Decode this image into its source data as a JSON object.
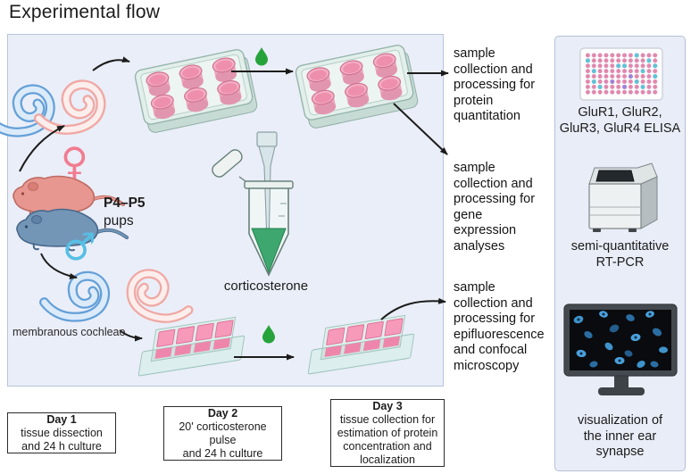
{
  "title": "Experimental flow",
  "main_panel": {
    "female_symbol": "♀",
    "male_symbol": "♂",
    "pups_age": "P4–P5",
    "pups_word": "pups",
    "cochleae_label": "membranous cochleae",
    "corticosterone_label": "corticosterone"
  },
  "outcomes": [
    {
      "name": "protein-quantitation",
      "lines": [
        "sample",
        "collection and",
        "processing for",
        "protein",
        "quantitation"
      ]
    },
    {
      "name": "gene-expression",
      "lines": [
        "sample",
        "collection and",
        "processing for",
        "gene",
        "expression",
        "analyses"
      ]
    },
    {
      "name": "microscopy",
      "lines": [
        "sample",
        "collection and",
        "processing for",
        "epifluorescence",
        "and confocal",
        "microscopy"
      ]
    }
  ],
  "right_panel": {
    "items": [
      {
        "icon": "elisa-96-well-plate-icon",
        "lines": [
          "GluR1, GluR2,",
          "GluR3, GluR4 ELISA"
        ]
      },
      {
        "icon": "pcr-thermocycler-icon",
        "lines": [
          "semi-quantitative",
          "RT-PCR"
        ]
      },
      {
        "icon": "fluorescence-monitor-icon",
        "lines": [
          "visualization of",
          "the inner ear",
          "synapse"
        ]
      }
    ]
  },
  "day_boxes": [
    {
      "title": "Day 1",
      "lines": [
        "tissue dissection",
        "and 24 h culture"
      ]
    },
    {
      "title": "Day 2",
      "lines": [
        "20' corticosterone",
        "pulse",
        "and 24 h culture"
      ]
    },
    {
      "title": "Day 3",
      "lines": [
        "tissue collection for",
        "estimation of protein",
        "concentration  and",
        "localization"
      ]
    }
  ],
  "colors": {
    "panel_bg": "#eaeef8",
    "panel_border": "#b7c4dc",
    "arrow": "#1c1c1c",
    "drop_green": "#27a33b",
    "corticosterone_green": "#2f9e63",
    "female_pink": "#f27b90",
    "male_blue": "#57bfe4",
    "media_pink": "#f2a0bb",
    "cochlea_blue": "#64a0d8",
    "cochlea_pink": "#f0a8a4"
  }
}
